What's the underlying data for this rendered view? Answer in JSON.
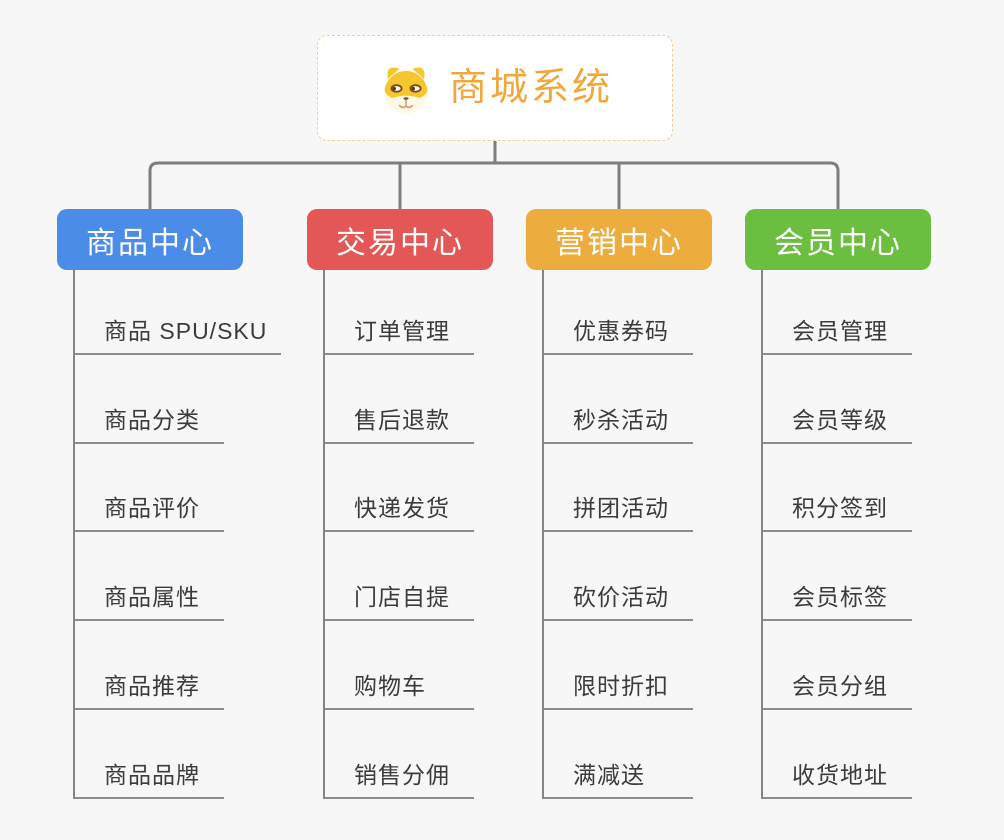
{
  "root": {
    "title": "商城系统",
    "icon": "shiba-dog-icon"
  },
  "branches": [
    {
      "label": "商品中心",
      "color": "#4A8CE8",
      "children": [
        "商品 SPU/SKU",
        "商品分类",
        "商品评价",
        "商品属性",
        "商品推荐",
        "商品品牌"
      ]
    },
    {
      "label": "交易中心",
      "color": "#E35757",
      "children": [
        "订单管理",
        "售后退款",
        "快递发货",
        "门店自提",
        "购物车",
        "销售分佣"
      ]
    },
    {
      "label": "营销中心",
      "color": "#ECAD3E",
      "children": [
        "优惠券码",
        "秒杀活动",
        "拼团活动",
        "砍价活动",
        "限时折扣",
        "满减送"
      ]
    },
    {
      "label": "会员中心",
      "color": "#6CBE40",
      "children": [
        "会员管理",
        "会员等级",
        "积分签到",
        "会员标签",
        "会员分组",
        "收货地址"
      ]
    }
  ],
  "colors": {
    "background": "#F7F7F7",
    "connector_line": "#7E7E7E",
    "branch_trunk_line": "#858585",
    "leaf_underline": "#8C8C8C",
    "leaf_text": "#3B3B3B",
    "root_title_text": "#F0A83C",
    "root_border": "#F2CD9A",
    "root_fill": "#FFFFFF",
    "dog_icon_yellow": "#F6C62F",
    "dog_icon_cream": "#FFF8E6",
    "dog_icon_brown": "#7A4A12"
  }
}
